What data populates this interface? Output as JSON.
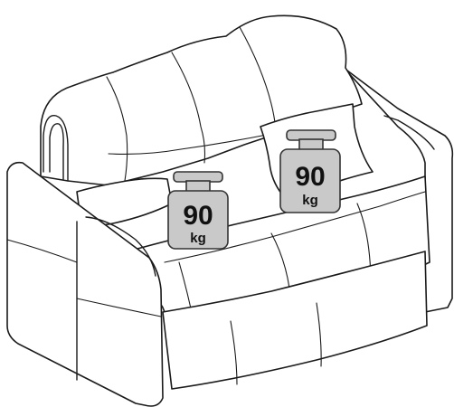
{
  "illustration": {
    "subject": "sofa-line-drawing",
    "colors": {
      "outline": "#1a1a1a",
      "fill": "#ffffff",
      "weight_fill": "#c9c9c9",
      "weight_stroke": "#333333"
    }
  },
  "weights": [
    {
      "value": "90",
      "unit": "kg"
    },
    {
      "value": "90",
      "unit": "kg"
    }
  ]
}
